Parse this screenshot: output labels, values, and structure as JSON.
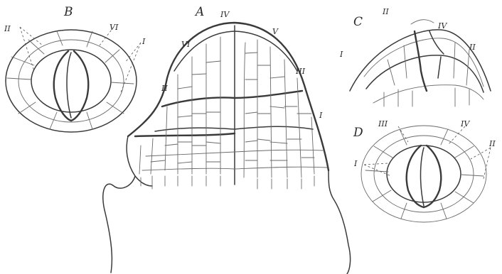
{
  "figure": {
    "panels": {
      "A": {
        "letter": "A",
        "numerals": [
          "IV",
          "V",
          "VI",
          "II",
          "III",
          "I"
        ]
      },
      "B": {
        "letter": "B",
        "numerals": [
          "II",
          "VI",
          "I"
        ]
      },
      "C": {
        "letter": "C",
        "numerals": [
          "II",
          "IV",
          "I",
          "II"
        ]
      },
      "D": {
        "letter": "D",
        "numerals": [
          "III",
          "IV",
          "I",
          "II"
        ]
      }
    }
  }
}
